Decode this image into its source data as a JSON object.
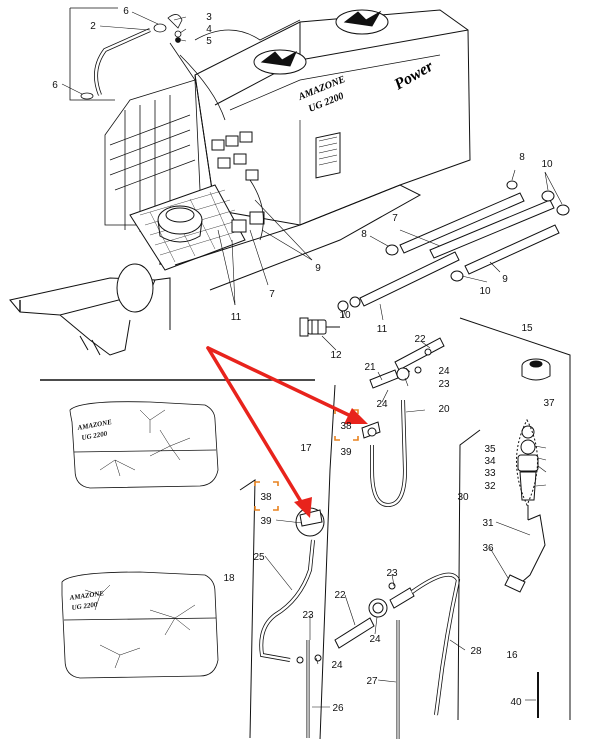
{
  "diagram": {
    "brand": {
      "maker": "AMAZONE",
      "model": "UG 2200",
      "power": "Power"
    },
    "accent_color": "#e8231c",
    "highlight_color": "#e8821e",
    "callouts": {
      "n2": "2",
      "n3": "3",
      "n4": "4",
      "n5": "5",
      "n6a": "6",
      "n6b": "6",
      "n7a": "7",
      "n7b": "7",
      "n8a": "8",
      "n8b": "8",
      "n9a": "9",
      "n9b": "9",
      "n10a": "10",
      "n10b": "10",
      "n10c": "10",
      "n11a": "11",
      "n11b": "11",
      "n12": "12",
      "n15": "15",
      "n16": "16",
      "n17": "17",
      "n18": "18",
      "n20": "20",
      "n21": "21",
      "n22a": "22",
      "n22b": "22",
      "n23a": "23",
      "n23b": "23",
      "n23c": "23",
      "n24a": "24",
      "n24b": "24",
      "n24c": "24",
      "n24d": "24",
      "n25": "25",
      "n26": "26",
      "n27": "27",
      "n28": "28",
      "n30": "30",
      "n31": "31",
      "n32": "32",
      "n33": "33",
      "n34": "34",
      "n35": "35",
      "n36": "36",
      "n37": "37",
      "n38a": "38",
      "n38b": "38",
      "n39a": "39",
      "n39b": "39",
      "n40": "40"
    }
  }
}
